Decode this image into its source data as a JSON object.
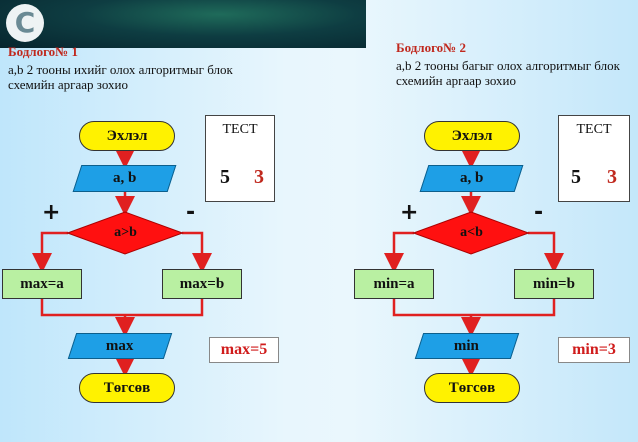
{
  "logo_glyph": "C",
  "colors": {
    "arrow": "#e02020",
    "io": "#1e9fe6",
    "process": "#b9f0a2",
    "terminal": "#fff200",
    "decision": "#ff1010",
    "result": "#d01c1c"
  },
  "problems": [
    {
      "heading": "Бодлого№ 1",
      "description": "a,b 2 тооны ихийг олох алгоритмыг блок схемийн аргаар зохио",
      "start": "Эхлэл",
      "input": "a, b",
      "condition": "a>b",
      "yes_sign": "+",
      "no_sign": "-",
      "yes_action": "max=a",
      "no_action": "max=b",
      "output": "max",
      "end": "Төгсөв",
      "test": {
        "label": "ТЕСТ",
        "a": "5",
        "b": "3"
      },
      "result": "max=5"
    },
    {
      "heading": "Бодлого№ 2",
      "description": "a,b 2 тооны багыг олох алгоритмыг блок схемийн аргаар зохио",
      "start": "Эхлэл",
      "input": "a, b",
      "condition": "a<b",
      "yes_sign": "+",
      "no_sign": "-",
      "yes_action": "min=a",
      "no_action": "min=b",
      "output": "min",
      "end": "Төгсөв",
      "test": {
        "label": "ТЕСТ",
        "a": "5",
        "b": "3"
      },
      "result": "min=3"
    }
  ]
}
